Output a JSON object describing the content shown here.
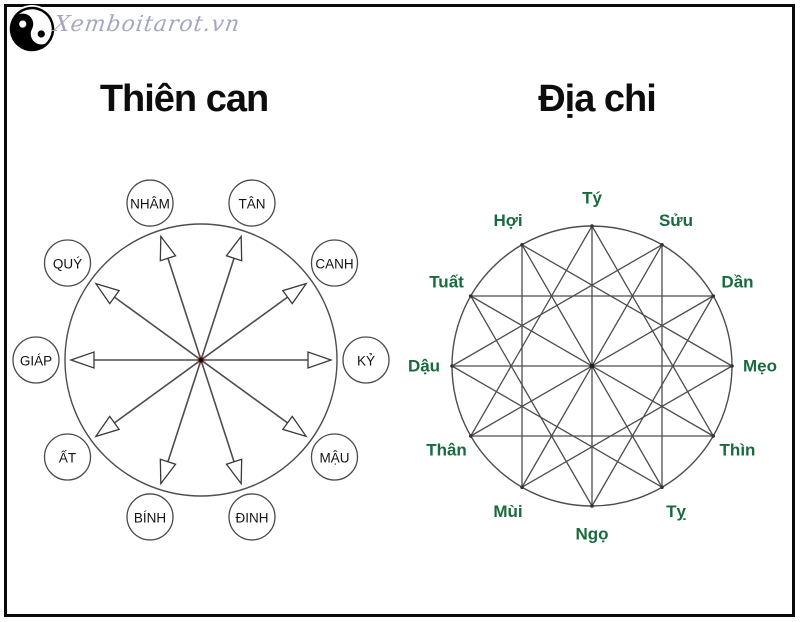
{
  "watermark": {
    "site": "Xemboitarot.vn"
  },
  "icons": {
    "logo": "yin-yang"
  },
  "colors": {
    "heading": "#0d0d0d",
    "stem_text": "#141414",
    "branch_text": "#176b3d",
    "line": "#4d4d4d",
    "circle_outline": "#4d4d4d",
    "watermark": "#a6a6c4",
    "center_dot": "#1a0d0d",
    "center_halo": "#b05050"
  },
  "thien_can": {
    "heading": "Thiên can",
    "stems": [
      {
        "label": "TÂN",
        "angle": 18
      },
      {
        "label": "CANH",
        "angle": 54
      },
      {
        "label": "KỶ",
        "angle": 90
      },
      {
        "label": "MẬU",
        "angle": 126
      },
      {
        "label": "ĐINH",
        "angle": 162
      },
      {
        "label": "BÍNH",
        "angle": 198
      },
      {
        "label": "ẤT",
        "angle": 234
      },
      {
        "label": "GIÁP",
        "angle": 270
      },
      {
        "label": "QUÝ",
        "angle": 306
      },
      {
        "label": "NHÂM",
        "angle": 342
      }
    ],
    "hop_pairs": [
      [
        "GIÁP",
        "KỶ"
      ],
      [
        "ẤT",
        "CANH"
      ],
      [
        "BÍNH",
        "TÂN"
      ],
      [
        "ĐINH",
        "NHÂM"
      ],
      [
        "MẬU",
        "QUÝ"
      ]
    ]
  },
  "dia_chi": {
    "heading": "Địa chi",
    "branches": [
      {
        "label": "Tý",
        "angle": 0
      },
      {
        "label": "Sửu",
        "angle": 30
      },
      {
        "label": "Dần",
        "angle": 60
      },
      {
        "label": "Mẹo",
        "angle": 90
      },
      {
        "label": "Thìn",
        "angle": 120
      },
      {
        "label": "Tỵ",
        "angle": 150
      },
      {
        "label": "Ngọ",
        "angle": 180
      },
      {
        "label": "Mùi",
        "angle": 210
      },
      {
        "label": "Thân",
        "angle": 240
      },
      {
        "label": "Dậu",
        "angle": 270
      },
      {
        "label": "Tuất",
        "angle": 300
      },
      {
        "label": "Hợi",
        "angle": 330
      }
    ],
    "xung_pairs": [
      [
        "Tý",
        "Ngọ"
      ],
      [
        "Sửu",
        "Mùi"
      ],
      [
        "Dần",
        "Thân"
      ],
      [
        "Mẹo",
        "Dậu"
      ],
      [
        "Thìn",
        "Tuất"
      ],
      [
        "Tỵ",
        "Hợi"
      ]
    ],
    "tam_hop_triangles": [
      [
        "Thân",
        "Tý",
        "Thìn"
      ],
      [
        "Dần",
        "Ngọ",
        "Tuất"
      ],
      [
        "Tỵ",
        "Dậu",
        "Sửu"
      ],
      [
        "Hợi",
        "Mẹo",
        "Mùi"
      ]
    ]
  }
}
